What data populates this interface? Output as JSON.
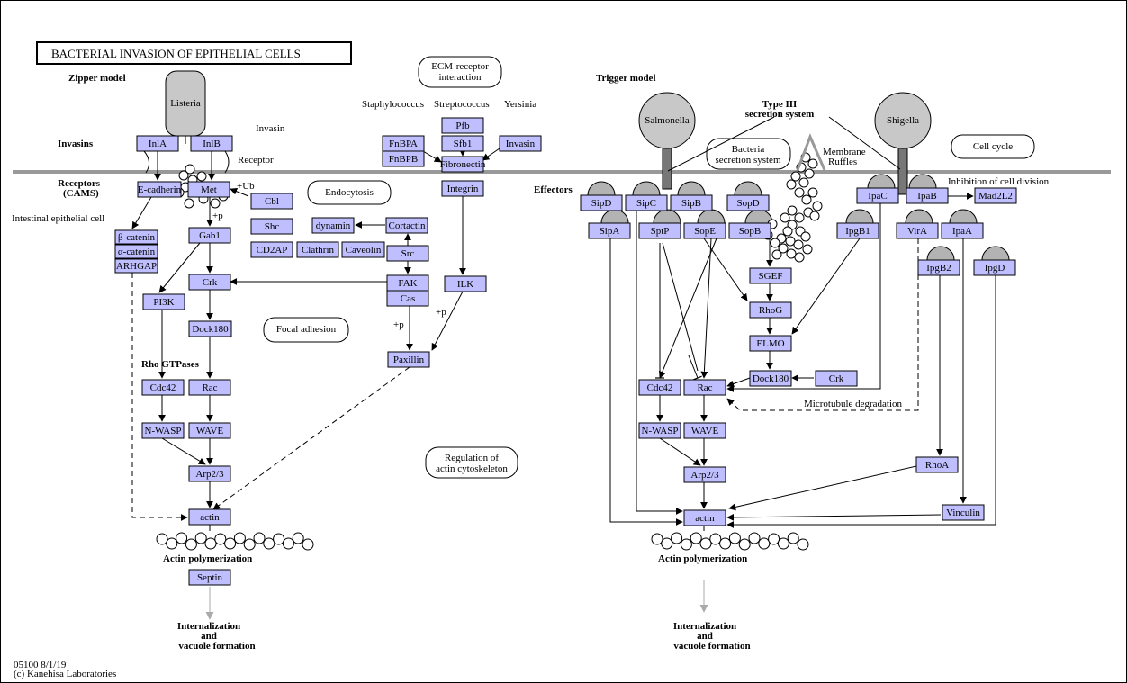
{
  "title": "BACTERIAL INVASION OF EPITHELIAL CELLS",
  "footer": {
    "id_date": "05100 8/1/19",
    "copyright": "(c) Kanehisa Laboratories"
  },
  "labels": {
    "zipper_model": "Zipper model",
    "trigger_model": "Trigger model",
    "invasins": "Invasins",
    "receptors_line1": "Receptors",
    "receptors_line2": "(CAMS)",
    "intestinal": "Intestinal epithelial cell",
    "invasin": "Invasin",
    "receptor": "Receptor",
    "ub": "+Ub",
    "p1": "+p",
    "p2": "+p",
    "p3": "+p",
    "staph": "Staphylococcus",
    "strep": "Streptococcus",
    "yersinia": "Yersinia",
    "rho_gtpases": "Rho GTPases",
    "actin_poly_left": "Actin polymerization",
    "actin_poly_right": "Actin polymerization",
    "intern_left_1": "Internalization",
    "intern_left_2": "and",
    "intern_left_3": "vacuole formation",
    "intern_right_1": "Internalization",
    "intern_right_2": "and",
    "intern_right_3": "vacuole formation",
    "effectors": "Effectors",
    "type3_1": "Type III",
    "type3_2": "secretion system",
    "membrane_1": "Membrane",
    "membrane_2": "Ruffles",
    "inhibition": "Inhibition of cell division",
    "microtubule": "Microtubule degradation"
  },
  "bacteria": {
    "listeria": "Listeria",
    "salmonella": "Salmonella",
    "shigella": "Shigella"
  },
  "maps": {
    "ecm_1": "ECM-receptor",
    "ecm_2": "interaction",
    "endocytosis": "Endocytosis",
    "focal": "Focal adhesion",
    "regulation_1": "Regulation of",
    "regulation_2": "actin cytoskeleton",
    "bss_1": "Bacteria",
    "bss_2": "secretion system",
    "cellcycle": "Cell cycle"
  },
  "genes": {
    "InlA": "InlA",
    "InlB": "InlB",
    "Ecadherin": "E-cadherin",
    "Met": "Met",
    "Cbl": "Cbl",
    "Shc": "Shc",
    "CD2AP": "CD2AP",
    "Gab1": "Gab1",
    "bcatenin": "β-catenin",
    "acatenin": "α-catenin",
    "ARHGAP": "ARHGAP",
    "PI3K": "PI3K",
    "Crk_l": "Crk",
    "Dock180_l": "Dock180",
    "Cdc42_l": "Cdc42",
    "Rac_l": "Rac",
    "NWASP_l": "N-WASP",
    "WAVE_l": "WAVE",
    "Arp23_l": "Arp2/3",
    "actin_l": "actin",
    "Septin": "Septin",
    "FnBPA": "FnBPA",
    "FnBPB": "FnBPB",
    "Pfb": "Pfb",
    "Sfb1": "Sfb1",
    "Invasin_y": "Invasin",
    "Fibronectin": "Fibronectin",
    "Integrin": "Integrin",
    "dynamin": "dynamin",
    "Cortactin": "Cortactin",
    "Clathrin": "Clathrin",
    "Caveolin": "Caveolin",
    "Src": "Src",
    "FAK": "FAK",
    "Cas": "Cas",
    "ILK": "ILK",
    "Paxillin": "Paxillin",
    "SipD": "SipD",
    "SipC": "SipC",
    "SipB": "SipB",
    "SopD": "SopD",
    "SipA": "SipA",
    "SptP": "SptP",
    "SopE": "SopE",
    "SopB": "SopB",
    "SGEF": "SGEF",
    "RhoG": "RhoG",
    "ELMO": "ELMO",
    "Dock180_r": "Dock180",
    "Crk_r": "Crk",
    "Cdc42_r": "Cdc42",
    "Rac_r": "Rac",
    "NWASP_r": "N-WASP",
    "WAVE_r": "WAVE",
    "Arp23_r": "Arp2/3",
    "actin_r": "actin",
    "IpaC": "IpaC",
    "IpaB": "IpaB",
    "Mad2L2": "Mad2L2",
    "IpgB1": "IpgB1",
    "VirA": "VirA",
    "IpaA": "IpaA",
    "IpgB2": "IpgB2",
    "IpgD": "IpgD",
    "RhoA": "RhoA",
    "Vinculin": "Vinculin"
  },
  "colors": {
    "gene_fill": "#bfbfff",
    "bacterium_fill": "#c8c8c8",
    "membrane": "#999999",
    "effector_cap": "#b3b3b3",
    "gray_arrow": "#aaaaaa"
  }
}
